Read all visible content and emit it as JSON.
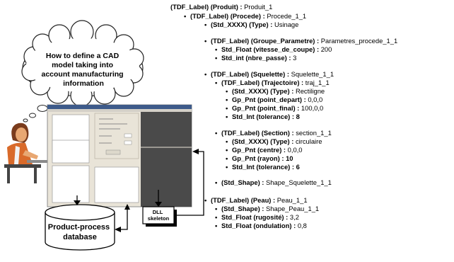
{
  "cloud": {
    "text": [
      "How to define a CAD",
      "model taking into",
      "account manufacturing",
      "information"
    ]
  },
  "database": {
    "label": [
      "Product-process",
      "database"
    ]
  },
  "dll": {
    "label": [
      "DLL",
      "skeleton"
    ]
  },
  "tree": [
    {
      "bullet": "",
      "key": "(TDF_Label) (Produit)",
      "value": "Produit_1",
      "value_bold": false
    },
    {
      "bullet": "•",
      "key": "(TDF_Label) (Procede)",
      "value": "Procede_1_1",
      "value_bold": false
    },
    {
      "bullet": "•",
      "key": "(Std_XXXX) (Type)",
      "value": "Usinage",
      "value_bold": false
    },
    {
      "bullet": "•",
      "key": "(TDF_Label) (Groupe_Parametre)",
      "value": "Parametres_procede_1_1",
      "value_bold": false
    },
    {
      "bullet": "•",
      "key": "Std_Float (vitesse_de_coupe)",
      "value": "200",
      "value_bold": false
    },
    {
      "bullet": "•",
      "key": "Std_int (nbre_passe)",
      "value": "3",
      "value_bold": false
    },
    {
      "bullet": "•",
      "key": "(TDF_Label) (Squelette)",
      "value": "Squelette_1_1",
      "value_bold": false
    },
    {
      "bullet": "•",
      "key": "(TDF_Label) (Trajectoire)",
      "value": "traj_1_1",
      "value_bold": false
    },
    {
      "bullet": "•",
      "key": "(Std_XXXX) (Type)",
      "value": "Rectiligne",
      "value_bold": false
    },
    {
      "bullet": "•",
      "key": "Gp_Pnt (point_depart)",
      "value": "0,0,0",
      "value_bold": false
    },
    {
      "bullet": "•",
      "key": "Gp_Pnt (point_final)",
      "value": "100,0,0",
      "value_bold": false
    },
    {
      "bullet": "•",
      "key": "Std_Int (tolerance)",
      "value": "8",
      "value_bold": true
    },
    {
      "bullet": "•",
      "key": "(TDF_Label) (Section)",
      "value": "section_1_1",
      "value_bold": false
    },
    {
      "bullet": "•",
      "key": "(Std_XXXX) (Type)",
      "value": "circulaire",
      "value_bold": false
    },
    {
      "bullet": "•",
      "key": "Gp_Pnt (centre)",
      "value": "0,0,0",
      "value_bold": false
    },
    {
      "bullet": "•",
      "key": "Gp_Pnt (rayon)",
      "value": "10",
      "value_bold": true
    },
    {
      "bullet": "•",
      "key": "Std_Int (tolerance)",
      "value": "6",
      "value_bold": true
    },
    {
      "bullet": "•",
      "key": "(Std_Shape)",
      "value": "Shape_Squelette_1_1",
      "value_bold": false
    },
    {
      "bullet": "•",
      "key": "(TDF_Label) (Peau)",
      "value": "Peau_1_1",
      "value_bold": false
    },
    {
      "bullet": "•",
      "key": "(Std_Shape)",
      "value": "Shape_Peau_1_1",
      "value_bold": false
    },
    {
      "bullet": "•",
      "key": "Std_Float (rugosité)",
      "value": "3,2",
      "value_bold": false
    },
    {
      "bullet": "•",
      "key": "Std_Float (ondulation)",
      "value": "0,8",
      "value_bold": false
    }
  ]
}
